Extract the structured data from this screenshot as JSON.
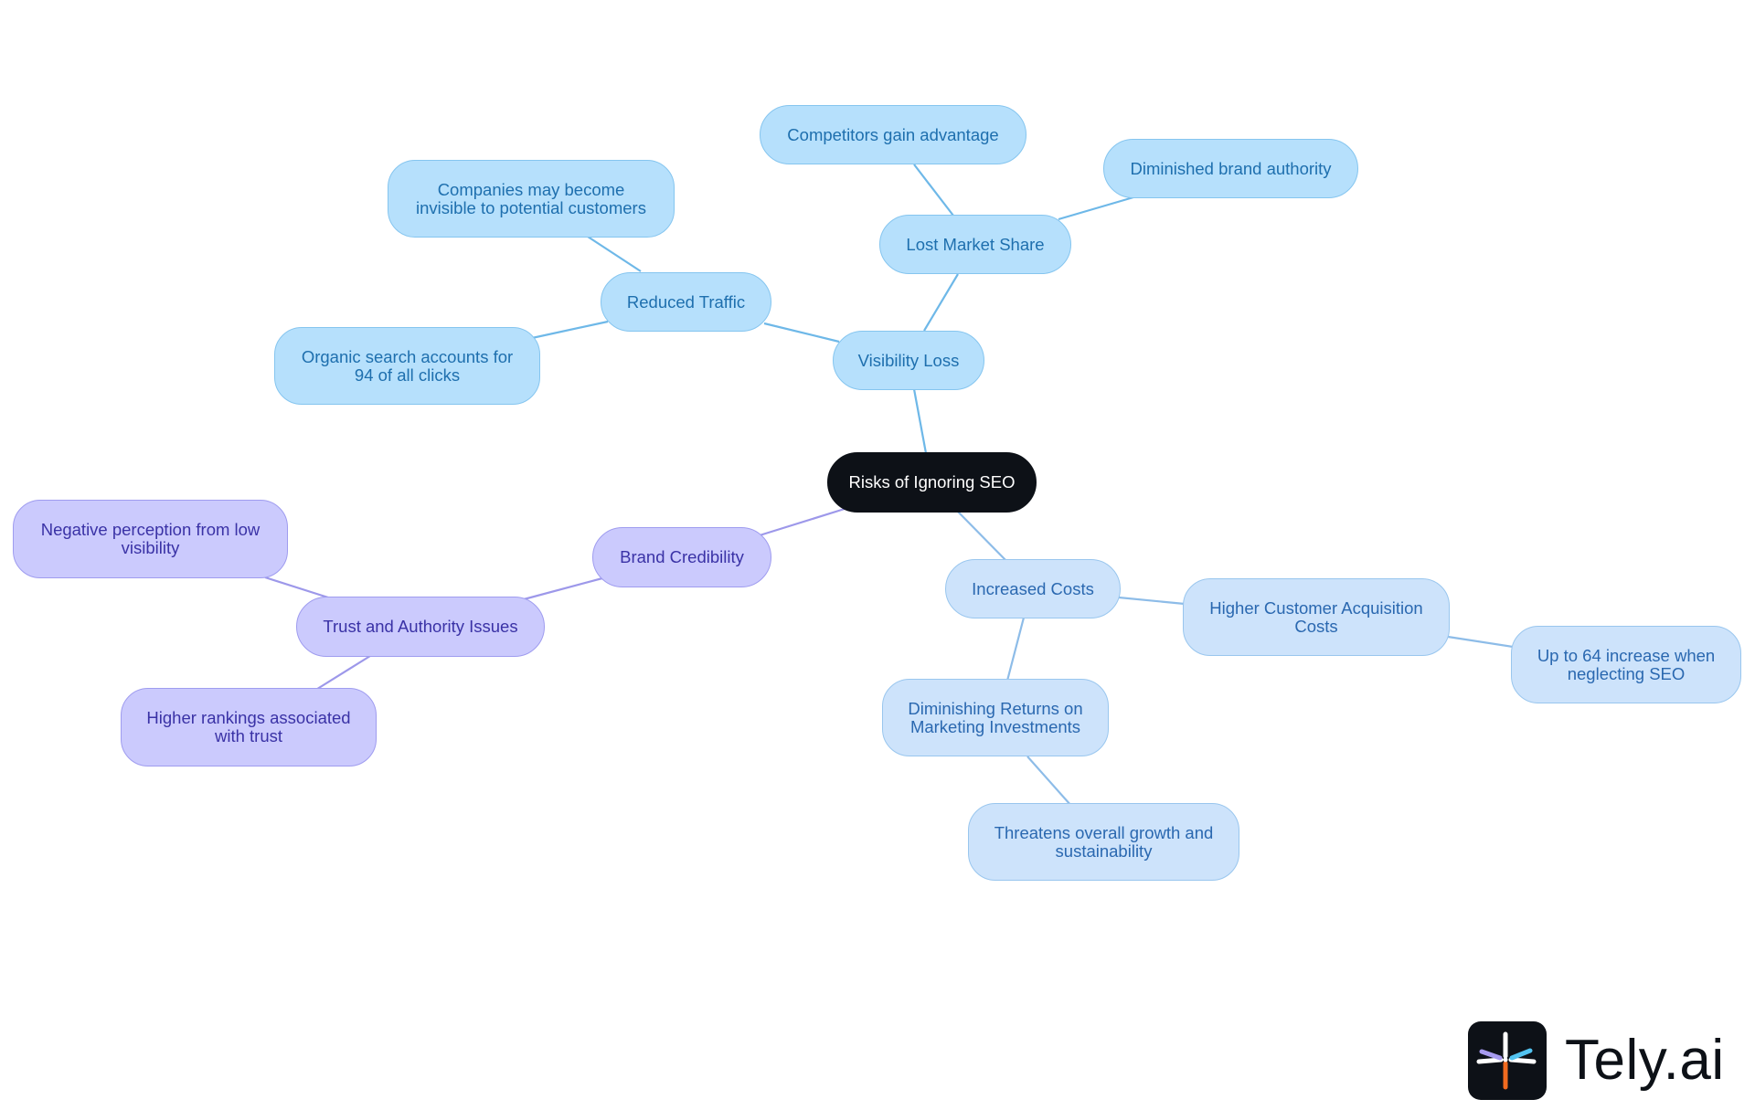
{
  "colors": {
    "root": "#0d1117",
    "visibility_branch": "#b6e0fc",
    "costs_branch": "#cde3fb",
    "brand_branch": "#cbcafd",
    "edge_blue": "#6eb8e8",
    "edge_light": "#8dbce8",
    "edge_violet": "#9d98ea"
  },
  "mindmap": {
    "root": "Risks of Ignoring SEO",
    "visibility_loss": "Visibility Loss",
    "reduced_traffic": "Reduced Traffic",
    "invisible_customers": "Companies may become invisible to potential customers",
    "organic_search": "Organic search accounts for 94 of all clicks",
    "lost_market_share": "Lost Market Share",
    "competitors_advantage": "Competitors gain advantage",
    "diminished_authority": "Diminished brand authority",
    "increased_costs": "Increased Costs",
    "acquisition_costs": "Higher Customer Acquisition Costs",
    "acquisition_increase": "Up to 64 increase when neglecting SEO",
    "diminishing_returns": "Diminishing Returns on Marketing Investments",
    "threatens_growth": "Threatens overall growth and sustainability",
    "brand_credibility": "Brand Credibility",
    "trust_authority": "Trust and Authority Issues",
    "negative_perception": "Negative perception from low visibility",
    "higher_rankings": "Higher rankings associated with trust"
  },
  "logo": {
    "text": "Tely.ai",
    "icon": "tely-star-icon"
  }
}
